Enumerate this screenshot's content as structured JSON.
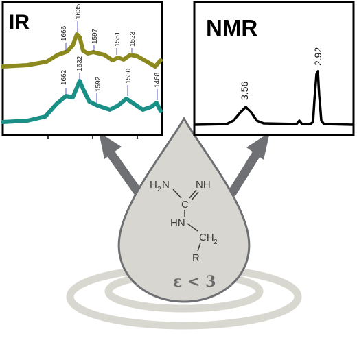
{
  "ir_panel": {
    "title": "IR",
    "colors": {
      "top_trace": "#8c8a1e",
      "bottom_trace": "#1a8f86"
    },
    "top_peaks": [
      "1666",
      "1635",
      "1597",
      "1551",
      "1523"
    ],
    "bottom_peaks": [
      "1662",
      "1632",
      "1592",
      "1530",
      "1468"
    ]
  },
  "nmr_panel": {
    "title": "NMR",
    "peaks": [
      "3.56",
      "2.92"
    ]
  },
  "molecule": {
    "h2n": "H",
    "h2n_sub": "2",
    "h2n_n": "N",
    "nh": "NH",
    "c": "C",
    "hn": "HN",
    "ch": "CH",
    "ch_sub": "2",
    "r": "R"
  },
  "condition": "ε < 3",
  "colors": {
    "drop": "#d7d6d1",
    "drop_stroke": "#6e7073",
    "arrow": "#6e7073",
    "ripple": "#d9d8d0"
  }
}
